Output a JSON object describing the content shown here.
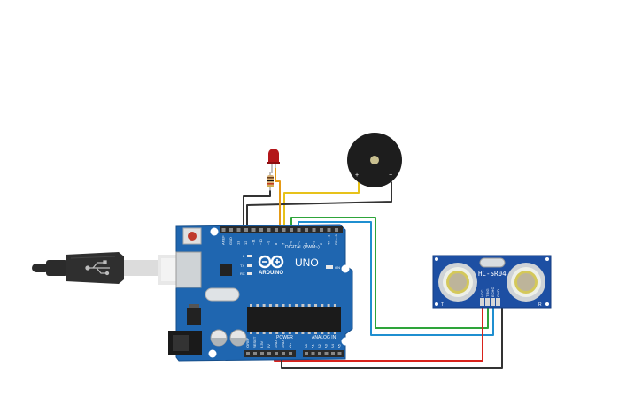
{
  "arduino": {
    "model": "UNO",
    "brand": "ARDUINO",
    "digital_header": "DIGITAL (PWM~)",
    "power_header": "POWER",
    "analog_header": "ANALOG IN",
    "on_label": "ON",
    "l_label": "L",
    "tx_label": "TX",
    "rx_label": "RX",
    "digital_pins": [
      "AREF",
      "GND",
      "13",
      "12",
      "~11",
      "~10",
      "~9",
      "8",
      "7",
      "~6",
      "~5",
      "4",
      "~3",
      "2",
      "TX→1",
      "RX←0"
    ],
    "power_pins": [
      "IOREF",
      "RESET",
      "3.3V",
      "5V",
      "GND",
      "GND",
      "Vin"
    ],
    "analog_pins": [
      "A0",
      "A1",
      "A2",
      "A3",
      "A4",
      "A5"
    ]
  },
  "sensor": {
    "label": "HC-SR04",
    "pins": [
      "VCC",
      "TRIG",
      "ECHO",
      "GND"
    ],
    "left_mark": "T",
    "right_mark": "R"
  },
  "buzzer": {
    "plus": "+",
    "minus": "−"
  },
  "colors": {
    "board": "#1f66b0",
    "board_edge": "#164e8a",
    "sensor": "#1d4fa3",
    "wire_red": "#d9231c",
    "wire_black": "#333333",
    "wire_yellow": "#e7c21a",
    "wire_orange": "#e59a16",
    "wire_green": "#2ea43a",
    "wire_blue": "#1f8fd0",
    "led": "#b3161a"
  }
}
